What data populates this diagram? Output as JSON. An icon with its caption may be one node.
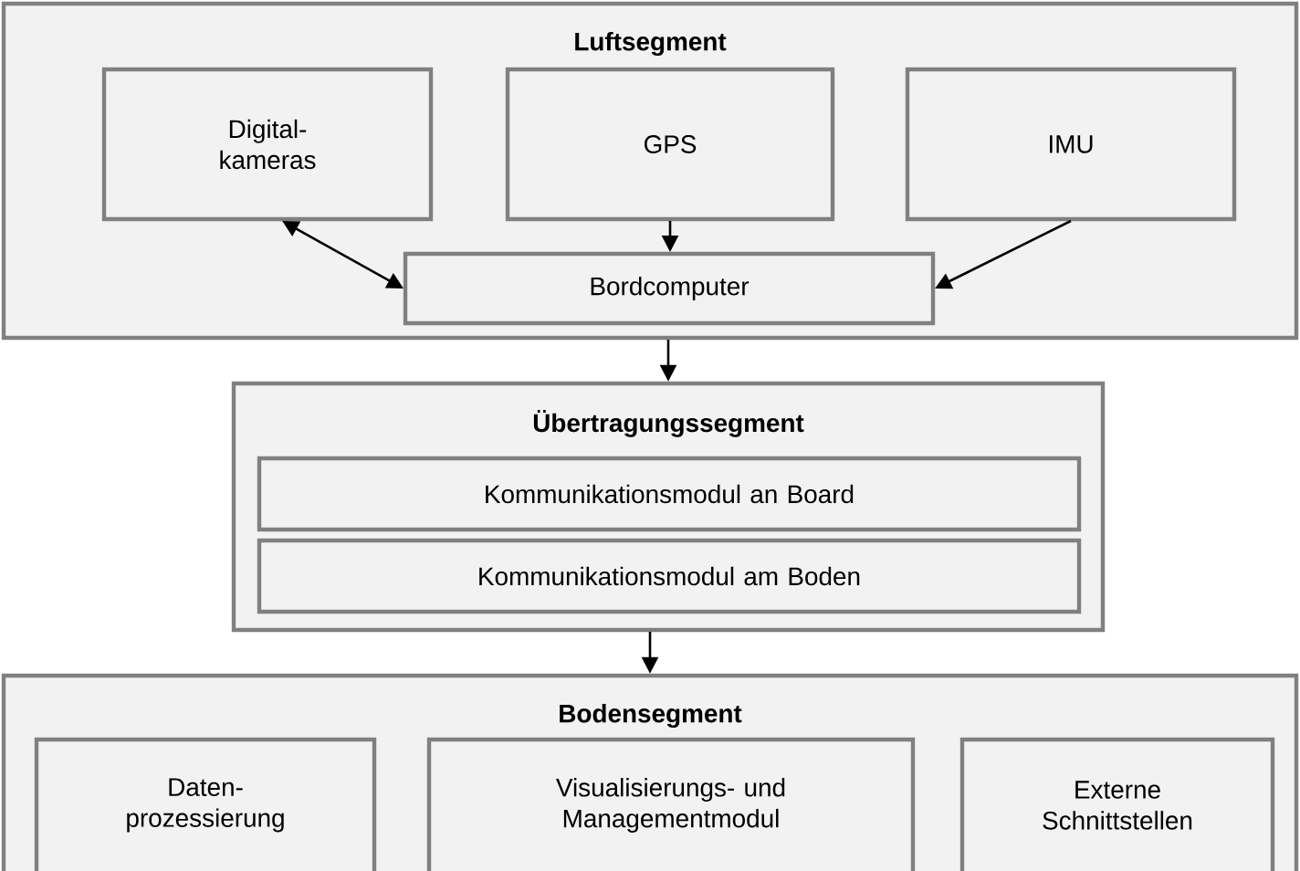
{
  "diagram": {
    "nodes": [
      {
        "text": [
          "Luftsegment"
        ]
      },
      {
        "text": [
          "Digital- kameras"
        ],
        "in": 0
      },
      {
        "text": [
          "GPS"
        ],
        "in": 0
      },
      {
        "text": [
          "IMU"
        ],
        "in": 0
      },
      {
        "text": [
          "Bordcomputer"
        ],
        "in": 0
      },
      {
        "text": [
          "Übertragungssegment"
        ]
      },
      {
        "text": [
          "Kommunikationsmodul an Board"
        ],
        "in": 5
      },
      {
        "text": [
          "Kommunikationsmodul am Boden"
        ],
        "in": 5
      },
      {
        "text": [
          "Bodensegment"
        ]
      },
      {
        "text": [
          "Daten- prozessierung"
        ],
        "in": 8
      },
      {
        "text": [
          "Visualisierungs- und Managementmodul"
        ],
        "in": 8
      },
      {
        "text": [
          "Externe Schnittstellen"
        ],
        "in": 8
      }
    ],
    "edges": [
      {
        "from": 1,
        "to": 4,
        "arrow": "both"
      },
      {
        "from": 2,
        "to": 4,
        "arrow": "to"
      },
      {
        "from": 3,
        "to": 4,
        "arrow": "to"
      },
      {
        "from": 0,
        "to": 5,
        "arrow": "to"
      },
      {
        "from": 5,
        "to": 8,
        "arrow": "to"
      }
    ]
  }
}
